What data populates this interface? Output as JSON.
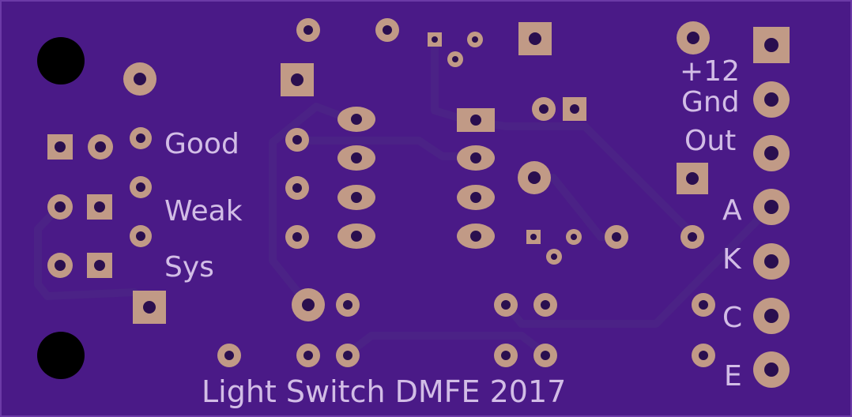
{
  "board": {
    "title": "Light Switch DMFE 2017",
    "colors": {
      "soldermask": "#4a1a87",
      "trace": "#4b2286",
      "pad": "#c19a86",
      "silkscreen": "#d2bde6",
      "mounting_hole": "#000000"
    }
  },
  "labels": {
    "led_good": "Good",
    "led_weak": "Weak",
    "led_sys": "Sys",
    "pin_12v": "+12",
    "pin_gnd": "Gnd",
    "pin_out": "Out",
    "pin_a": "A",
    "pin_k": "K",
    "pin_c": "C",
    "pin_e": "E"
  }
}
